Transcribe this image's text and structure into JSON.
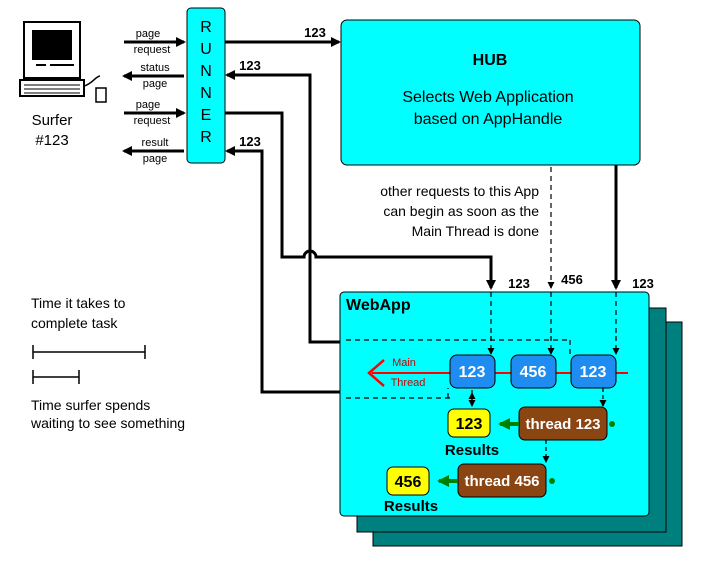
{
  "surfer": {
    "label_line1": "Surfer",
    "label_line2": "#123"
  },
  "runner": {
    "letters": [
      "R",
      "U",
      "N",
      "N",
      "E",
      "R"
    ]
  },
  "arrows": {
    "page_request_1": [
      "page",
      "request"
    ],
    "status_page": [
      "status",
      "page"
    ],
    "page_request_2": [
      "page",
      "request"
    ],
    "result_page": [
      "result",
      "page"
    ],
    "to_hub": "123",
    "back_status": "123",
    "back_result": "123",
    "to_webapp_from_runner": "123",
    "to_webapp_456": "456",
    "to_webapp_from_hub": "123"
  },
  "hub": {
    "title": "HUB",
    "desc_line1": "Selects Web Application",
    "desc_line2": "based on AppHandle"
  },
  "note": {
    "line1": "other requests to this App",
    "line2": "can begin as soon as the",
    "line3": "Main Thread is done"
  },
  "webapp": {
    "title": "WebApp",
    "main_thread_line1": "Main",
    "main_thread_line2": "Thread",
    "queue": [
      "123",
      "456",
      "123"
    ],
    "thread_a": "thread 123",
    "thread_b": "thread 456",
    "result_a": "123",
    "result_b": "456",
    "results_label": "Results"
  },
  "legend": {
    "task_line1": "Time it takes to",
    "task_line2": "complete task",
    "wait_line1": "Time surfer spends",
    "wait_line2": "waiting to see something"
  },
  "colors": {
    "cyan": "#00FFFF",
    "teal": "#007F7F",
    "blue_box": "#1E8CF0",
    "brown": "#8B4513",
    "yellow": "#FFFF00",
    "red": "#FF0000",
    "green": "#007F00"
  }
}
